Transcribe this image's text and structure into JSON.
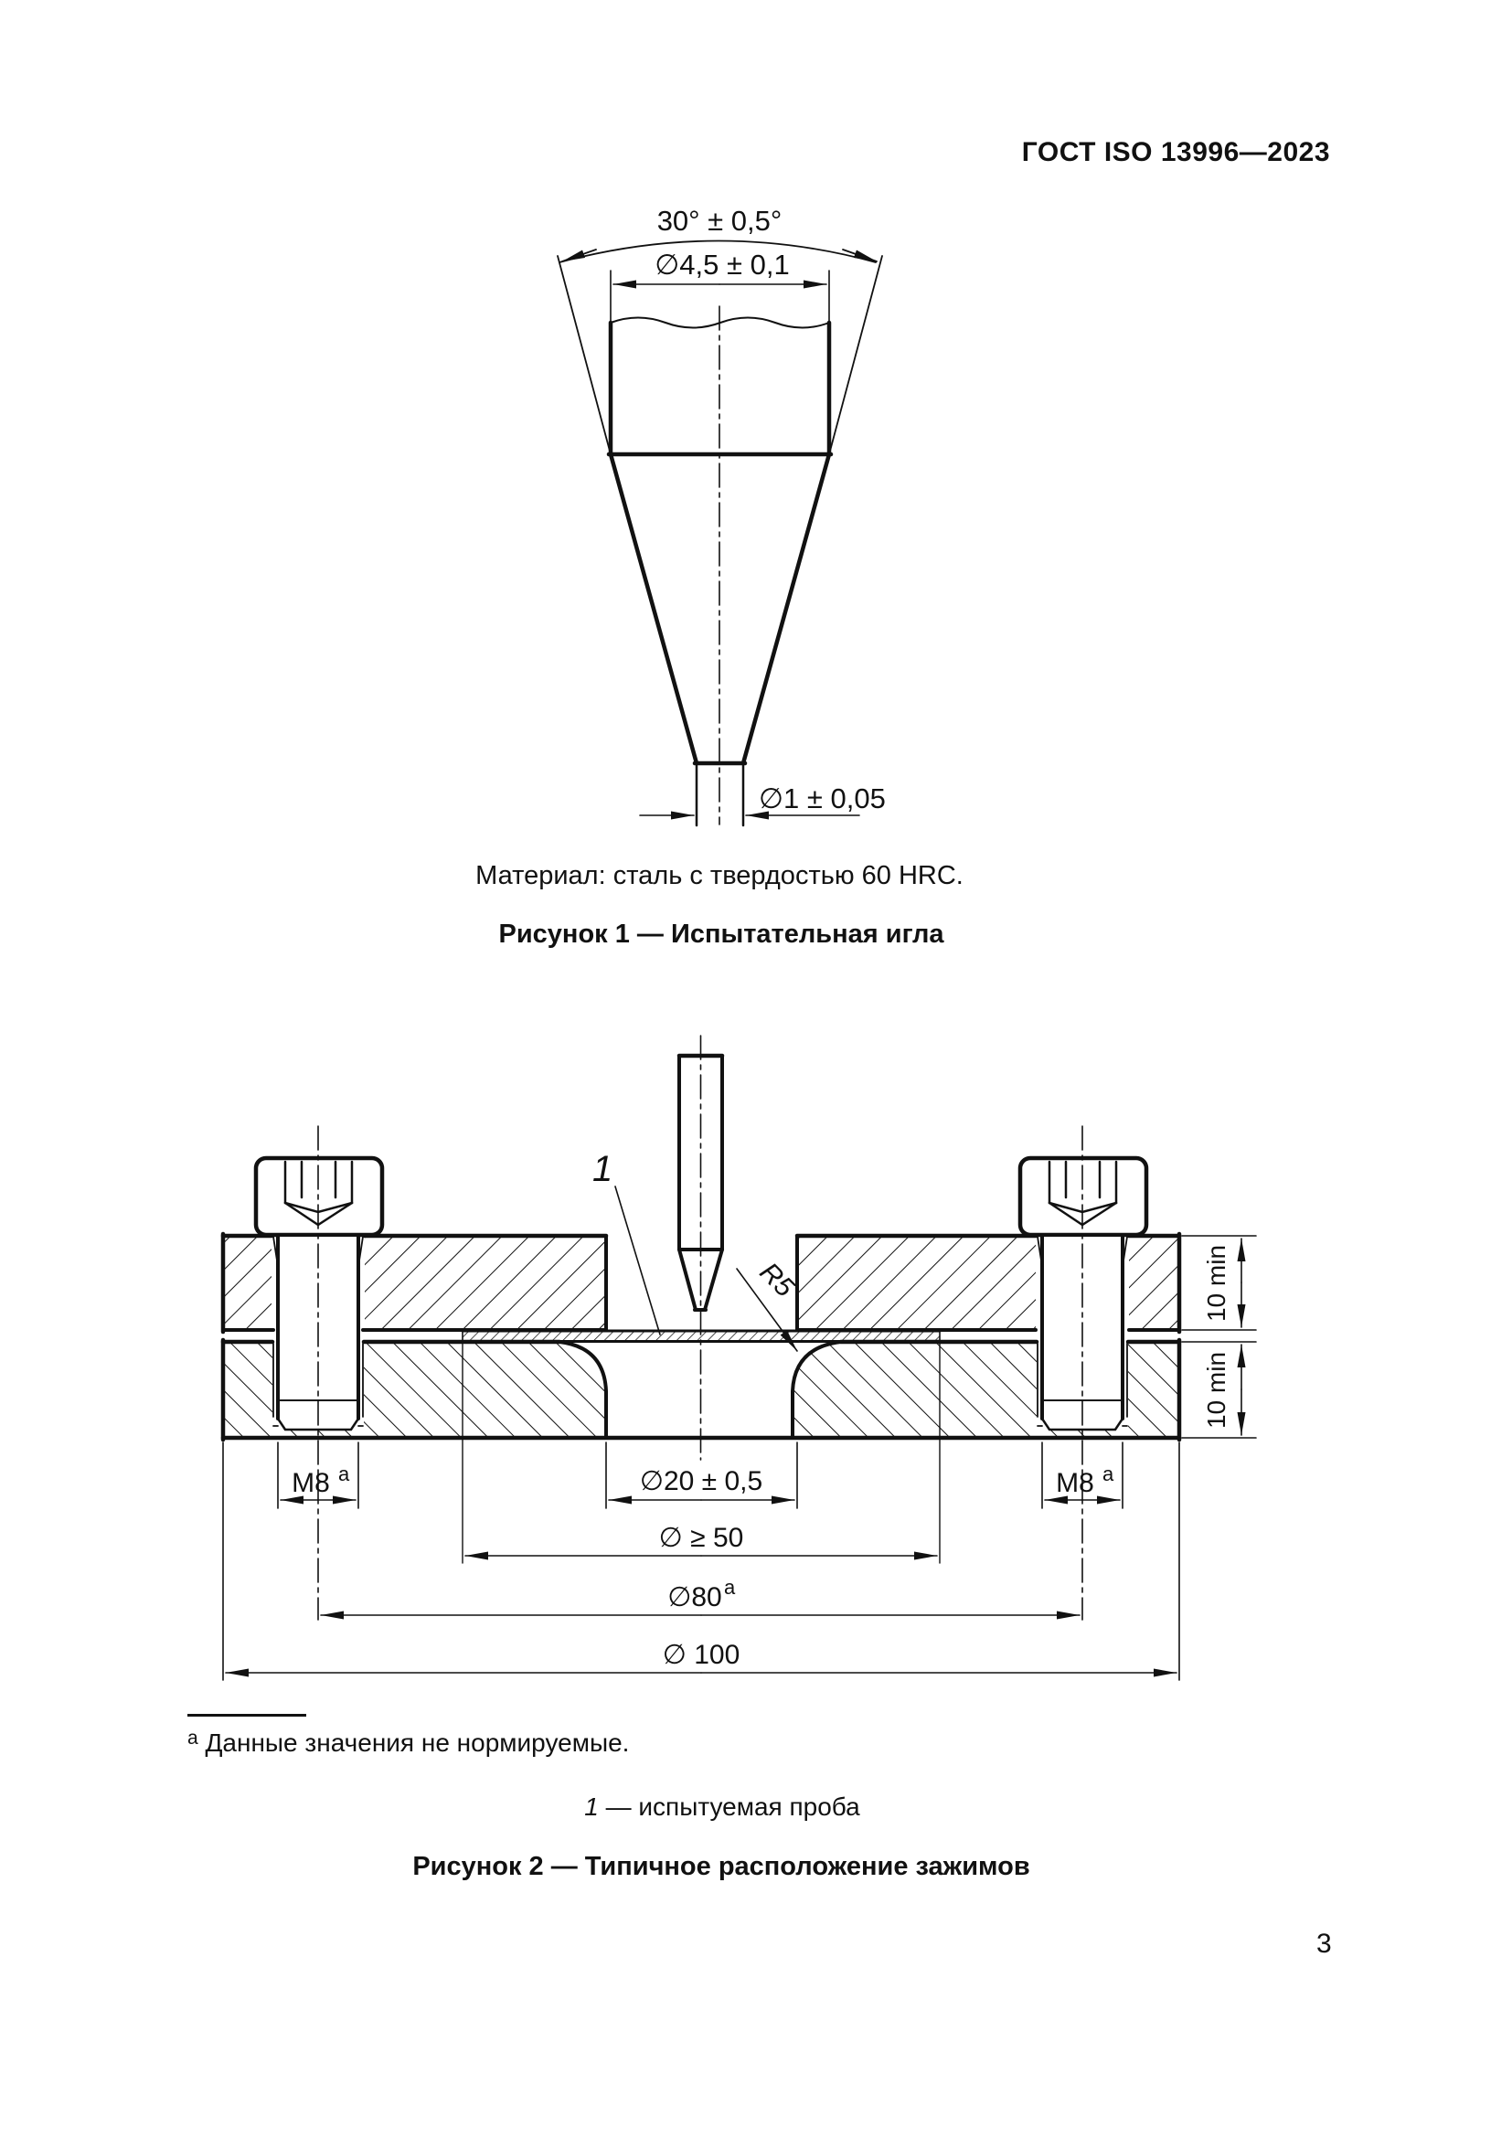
{
  "page": {
    "header": "ГОСТ ISO 13996—2023",
    "number": "3"
  },
  "figure1": {
    "angle": "30° ± 0,5°",
    "top_diameter": "∅4,5 ± 0,1",
    "tip_diameter": "∅1 ± 0,05",
    "material_note": "Материал: сталь с твердостью 60 HRC.",
    "caption": "Рисунок 1 — Испытательная игла"
  },
  "figure2": {
    "part_label": "1",
    "radius_label": "R5",
    "thread_label": "M8",
    "thread_label_sup": "a",
    "hole_diameter": "∅20 ± 0,5",
    "specimen_diameter": "∅ ≥ 50",
    "bolt_circle": "∅80",
    "bolt_circle_sup": "a",
    "outer_diameter": "∅ 100",
    "plate_thickness_top": "10 min",
    "plate_thickness_bottom": "10 min",
    "footnote_sup": "a",
    "footnote": "Данные значения не нормируемые.",
    "legend_item_number": "1",
    "legend_item_text": "— испытуемая проба",
    "caption": "Рисунок 2 — Типичное расположение зажимов"
  }
}
